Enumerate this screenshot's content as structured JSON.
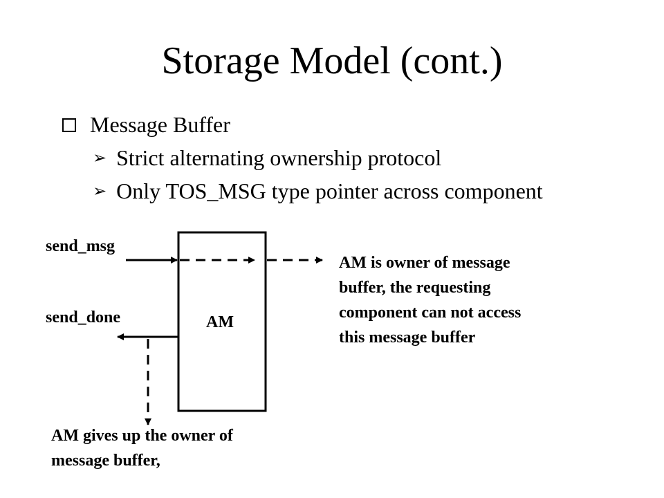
{
  "title": "Storage Model (cont.)",
  "bullets": {
    "main": "Message Buffer",
    "sub": [
      "Strict alternating ownership protocol",
      "Only TOS_MSG type pointer across component"
    ]
  },
  "diagram": {
    "box_label": "AM",
    "send_msg_label": "send_msg",
    "send_done_label": "send_done",
    "note_right": [
      "AM is owner of message",
      "buffer, the requesting",
      "component can not access",
      "this message buffer"
    ],
    "note_bottom": [
      "AM gives up the owner of",
      "message buffer,"
    ]
  }
}
